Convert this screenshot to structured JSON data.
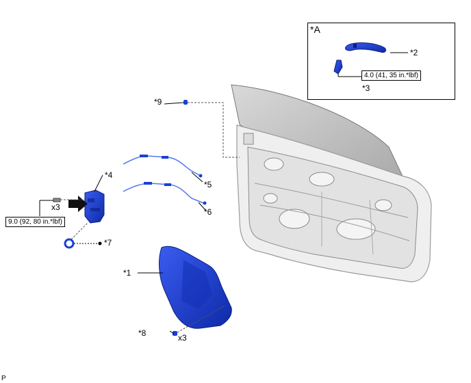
{
  "inset": {
    "title": "*A"
  },
  "callouts": {
    "c1": "*1",
    "c2": "*2",
    "c3": "*3",
    "c4": "*4",
    "c5": "*5",
    "c6": "*6",
    "c7": "*7",
    "c8": "*8",
    "c9": "*9"
  },
  "quantities": {
    "bolts_lock": "x3",
    "bolts_panel": "x3"
  },
  "torque": {
    "lock": "9.0 (92, 80 in.*lbf)",
    "handle": "4.0 (41, 35 in.*lbf)"
  },
  "markers": {
    "non_reusable_symbol": "●"
  },
  "footer": {
    "code": "P"
  },
  "colors": {
    "part_blue": "#1a3fd6",
    "panel_gray": "#c8c8c8",
    "frame_light": "#eeeeee"
  }
}
